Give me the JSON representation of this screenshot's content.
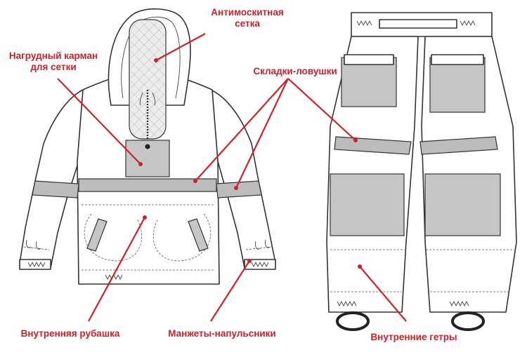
{
  "callouts": {
    "mesh": "Антимоскитная\nсетка",
    "chest_pocket": "Нагрудный карман\nдля сетки",
    "trap_folds": "Складки-ловушки",
    "inner_shirt": "Внутренняя рубашка",
    "cuffs": "Манжеты-напульсники",
    "inner_gaiters": "Внутренние гетры"
  },
  "colors": {
    "callout": "#cc2229",
    "panel_gray": "#c6c6c6",
    "outline": "#333333"
  }
}
